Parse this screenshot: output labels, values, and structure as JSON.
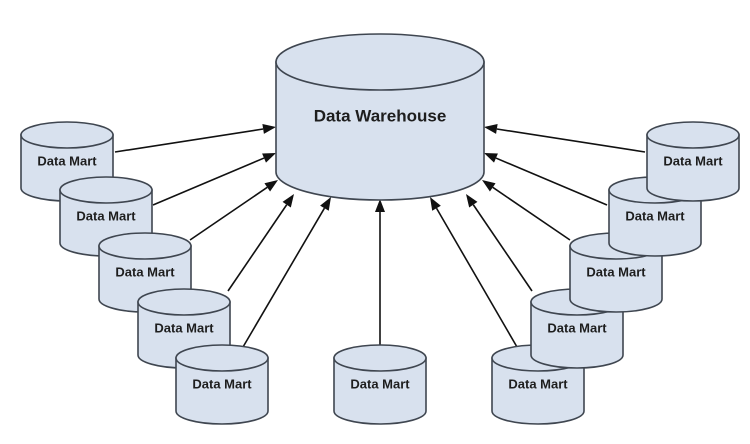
{
  "warehouse": {
    "label": "Data Warehouse"
  },
  "marts": [
    {
      "label": "Data Mart"
    },
    {
      "label": "Data Mart"
    },
    {
      "label": "Data Mart"
    },
    {
      "label": "Data Mart"
    },
    {
      "label": "Data Mart"
    },
    {
      "label": "Data Mart"
    },
    {
      "label": "Data Mart"
    },
    {
      "label": "Data Mart"
    },
    {
      "label": "Data Mart"
    },
    {
      "label": "Data Mart"
    },
    {
      "label": "Data Mart"
    }
  ],
  "colors": {
    "cylinder_fill": "#d8e1ee",
    "cylinder_stroke": "#3f4650",
    "arrow": "#111111"
  }
}
